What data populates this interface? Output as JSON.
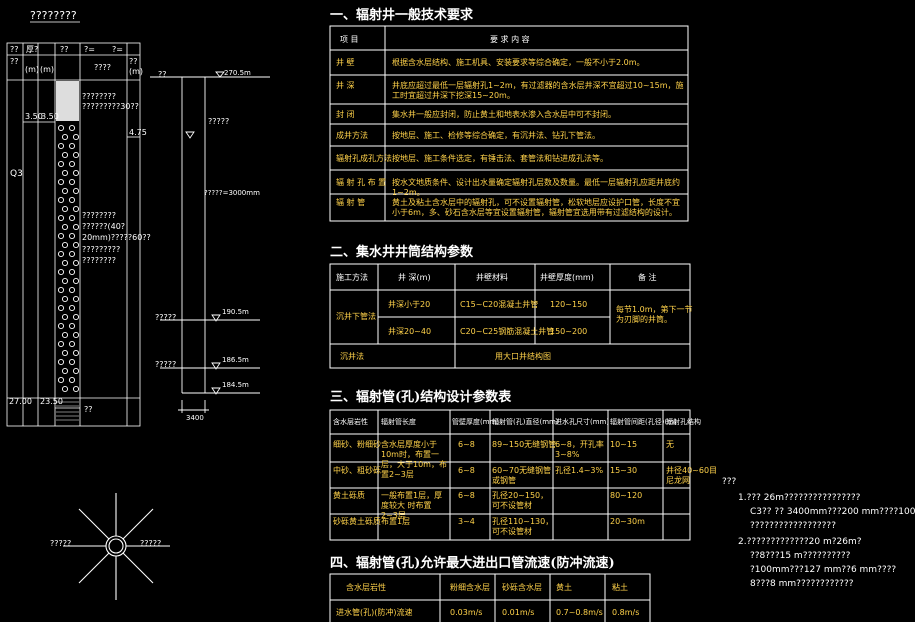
{
  "log": {
    "title": "????????",
    "hdr": [
      "??",
      "厚?",
      "??",
      "??",
      "?=",
      "?="
    ],
    "hdr2": [
      "??",
      "(m)",
      "(m)",
      "????",
      "??",
      "(m)"
    ],
    "depth_350": "3.50",
    "depth_350b": "3.50",
    "depth_475": "4.75",
    "q3": "Q3",
    "desc1": "????????\n?????????30??",
    "desc2": "????????\n??????(40?\n20mm)?????60??\n?????????\n????????",
    "bottom_left": "27.00",
    "bottom_mid": "23.50",
    "bottom_code": "??"
  },
  "well": {
    "ground": "??",
    "top_elev": "270.5m",
    "water_label": "?????",
    "pipe_label": "?????=3000mm",
    "lv1_label": "?????",
    "lv1": "190.5m",
    "lv2_label": "?????",
    "lv2": "186.5m",
    "bottom": "184.5m",
    "diameter": "3400"
  },
  "plan": {
    "left": "?????",
    "right": "?????"
  },
  "sec1": {
    "title": "一、辐射井一般技术要求",
    "head": [
      "项 目",
      "要 求 内 容"
    ],
    "rows": [
      [
        "井 壁",
        "根据含水层结构、施工机具、安装要求等综合确定，一般不小于2.0m。"
      ],
      [
        "井 深",
        "井底应超过最低一层辐射孔1~2m，有过滤器的含水层井深不宜超过10~15m，施工时宜超过井深下挖深15~20m。"
      ],
      [
        "封 闭",
        "集水井一般应封闭，防止黄土和地表水渗入含水层中可不封闭。"
      ],
      [
        "成井方法",
        "按地层、施工、检修等综合确定，有沉井法、钻孔下管法。"
      ],
      [
        "辐射孔成孔方法",
        "按地层、施工条件选定，有锤击法、套管法和钻进成孔法等。"
      ],
      [
        "辐 射 孔 布 置",
        "按水文地质条件、设计出水量确定辐射孔层数及数量。最低一层辐射孔应距井底约1~2m。"
      ],
      [
        "辐 射 管",
        "黄土及粘土含水层中的辐射孔，可不设置辐射管，松软地层应设护口管，长度不宜小于6m，多、砂石含水层等宜设置辐射管，辐射管宜选用带有过滤结构的设计。"
      ]
    ]
  },
  "sec2": {
    "title": "二、集水井井筒结构参数",
    "head": [
      "施工方法",
      "井 深(m)",
      "井壁材料",
      "井壁厚度(mm)",
      "备 注"
    ],
    "method1": "沉井下管法",
    "r1": [
      "井深小于20",
      "C15~C20混凝土井管",
      "120~150"
    ],
    "r2": [
      "井深20~40",
      "C20~C25钢筋混凝土井管",
      "150~200"
    ],
    "note": "每节1.0m，第下一节\n为刃脚的井筒。",
    "method2": "沉井法",
    "r3": "用大口井结构图"
  },
  "sec3": {
    "title": "三、辐射管(孔)结构设计参数表",
    "head": [
      "含水层岩性",
      "辐射管长度",
      "管壁厚度(mm)",
      "辐射管(孔)直径(mm)",
      "进水孔尺寸(mm)",
      "辐射管间距(孔径)(m)",
      "辐射孔结构"
    ],
    "rows": [
      [
        "细砂、粉细砂",
        "含水层厚度小于10m时，布置一层，大于10m，布置2~3层",
        "6~8",
        "89~150无缝钢管",
        "6~8，开孔率\n3~8%",
        "10~15",
        "无"
      ],
      [
        "中砂、粗砂砾",
        "",
        "6~8",
        "60~70无缝钢管\n或钢管",
        "孔径1.4~3%",
        "15~30",
        "井径40~60目\n尼龙网"
      ],
      [
        "黄土砾质",
        "一般布置1层，厚度较大\n时布置2~3层",
        "6~8",
        "孔径20~150，\n可不设管材",
        "",
        "80~120",
        ""
      ],
      [
        "砂砾黄土砾质",
        "布置1层",
        "3~4",
        "孔径110~130，\n可不设管材",
        "",
        "20~30m",
        ""
      ]
    ]
  },
  "sec4": {
    "title": "四、辐射管(孔)允许最大进出口管流速(防冲流速)",
    "head": [
      "含水层岩性",
      "粉细含水层",
      "砂砾含水层",
      "黄土",
      "粘土"
    ],
    "row": [
      "进水管(孔)(防冲)流速",
      "0.03m/s",
      "0.01m/s",
      "0.7~0.8m/s",
      "0.8m/s"
    ]
  },
  "notes": {
    "head": "???",
    "l1": "1.???  26m????????????????",
    "l2": "C3?? ?? 3400mm???200 mm????100",
    "l3": "??????????????????",
    "l4": "2.?????????????20            m?26m?",
    "l5": "??8???15  m??????????",
    "l6": "?100mm???127  mm??6  mm????",
    "l7": "8???8  mm????????????"
  }
}
